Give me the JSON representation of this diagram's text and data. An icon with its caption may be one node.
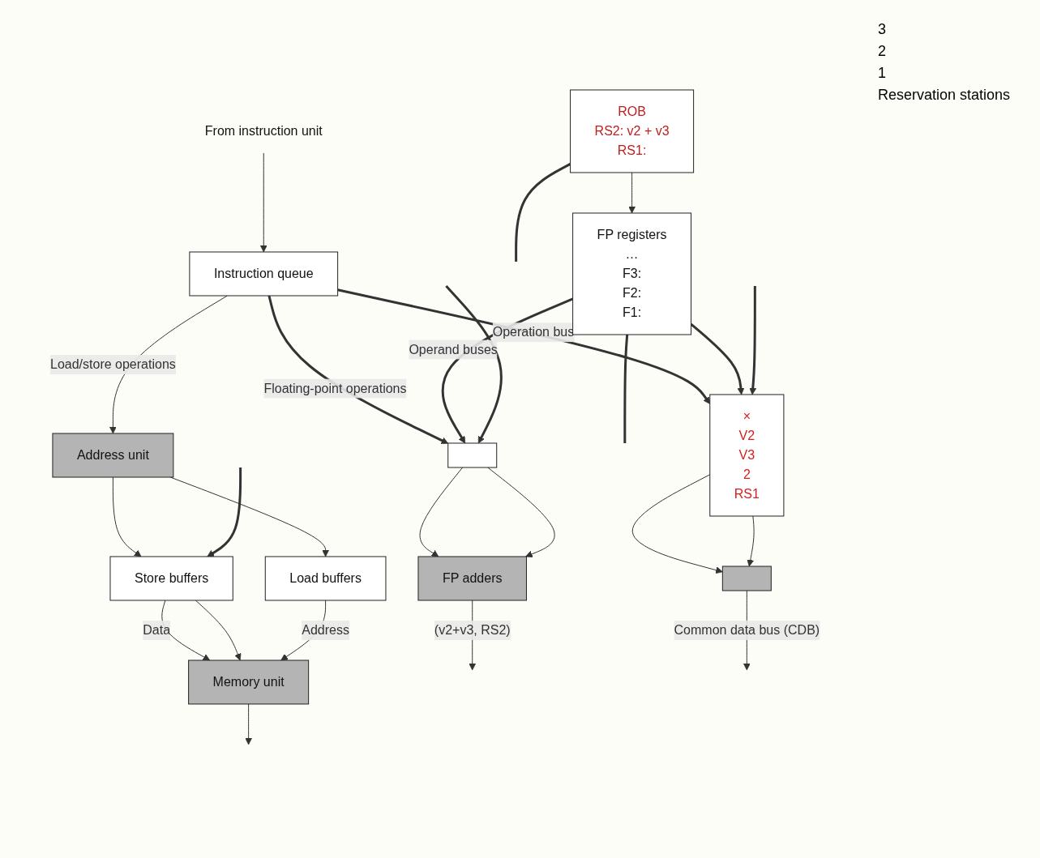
{
  "diagram": {
    "nodes": [
      {
        "text": [
          "From instruction unit"
        ]
      },
      {
        "text": [
          "Instruction queue"
        ]
      },
      {
        "text": [
          "ROB",
          "RS2: v2 + v3",
          "RS1:"
        ]
      },
      {
        "text": [
          "FP registers",
          "…",
          "F3:",
          "F2:",
          "F1:"
        ]
      },
      {
        "text": [
          "Address unit"
        ]
      },
      {
        "text": [
          "Store buffers"
        ]
      },
      {
        "text": [
          "Load buffers"
        ]
      },
      {
        "text": [
          "Memory unit"
        ]
      },
      {
        "text": [],
        "shape": "box"
      },
      {
        "text": [
          "×",
          "V2",
          "V3",
          "2",
          "RS1"
        ]
      },
      {
        "text": [
          "FP adders"
        ]
      },
      {
        "text": [],
        "shape": "box"
      }
    ],
    "edges": [
      {
        "from": 0,
        "to": 1,
        "arrow": "to"
      },
      {
        "from": 1,
        "to": 4,
        "arrow": "to",
        "label": "Load/store operations"
      },
      {
        "from": 1,
        "to": 8,
        "arrow": "to",
        "label": "Floating-point operations",
        "style": "thick"
      },
      {
        "from": 1,
        "to": 9,
        "arrow": "to",
        "label": "Operation bus",
        "style": "thick"
      },
      {
        "from": 2,
        "to": 3,
        "arrow": "to"
      },
      {
        "from": 2,
        "to": null,
        "arrow": "none",
        "style": "thick"
      },
      {
        "from": 3,
        "to": 8,
        "arrow": "to",
        "label": "Operand buses",
        "style": "thick"
      },
      {
        "from": 3,
        "to": 9,
        "arrow": "to",
        "style": "thick"
      },
      {
        "from": 3,
        "to": null,
        "arrow": "none",
        "style": "thick"
      },
      {
        "from": 4,
        "to": 5,
        "arrow": "to"
      },
      {
        "from": 4,
        "to": 6,
        "arrow": "to"
      },
      {
        "from": null,
        "to": 5,
        "arrow": "to",
        "style": "thick"
      },
      {
        "from": 5,
        "to": 7,
        "arrow": "to",
        "label": "Data"
      },
      {
        "from": 5,
        "to": 7,
        "arrow": "to"
      },
      {
        "from": 6,
        "to": 7,
        "arrow": "to",
        "label": "Address"
      },
      {
        "from": 7,
        "to": null,
        "arrow": "to"
      },
      {
        "from": null,
        "to": 8,
        "arrow": "to",
        "style": "thick"
      },
      {
        "from": null,
        "to": 9,
        "arrow": "to",
        "style": "thick"
      },
      {
        "from": 8,
        "to": 10,
        "arrow": "to"
      },
      {
        "from": 8,
        "to": 10,
        "arrow": "to"
      },
      {
        "from": 9,
        "to": 11,
        "arrow": "to"
      },
      {
        "from": 9,
        "to": 11,
        "arrow": "to"
      },
      {
        "from": 10,
        "to": null,
        "arrow": "to",
        "label": "(v2+v3, RS2)"
      },
      {
        "from": 11,
        "to": null,
        "arrow": "to",
        "label": "Common data bus (CDB)"
      }
    ],
    "labels": [
      "3",
      "2",
      "1",
      "Reservation stations"
    ]
  }
}
